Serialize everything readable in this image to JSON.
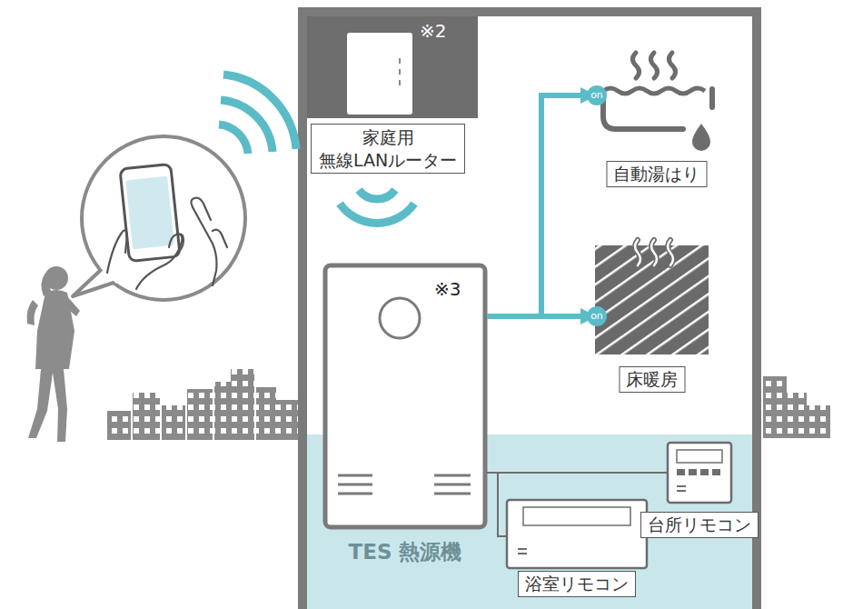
{
  "diagram": {
    "nodes": [
      {
        "text": [
          "家庭用 無線LANルーター"
        ]
      },
      {
        "text": [
          "自動湯はり"
        ]
      },
      {
        "text": [
          "TES 熱源機"
        ]
      },
      {
        "text": [
          "床暖房"
        ]
      },
      {
        "text": [
          "台所リモコン"
        ]
      },
      {
        "text": [
          "浴室リモコン"
        ]
      }
    ],
    "edges": [
      {
        "from": 2,
        "to": 1,
        "arrow": "to"
      },
      {
        "from": 2,
        "to": 3,
        "arrow": "to"
      },
      {
        "from": 2,
        "to": 4,
        "arrow": "none"
      },
      {
        "from": 2,
        "to": 5,
        "arrow": "none"
      }
    ],
    "labels": [
      "※2",
      "※3",
      "on",
      "on"
    ]
  }
}
